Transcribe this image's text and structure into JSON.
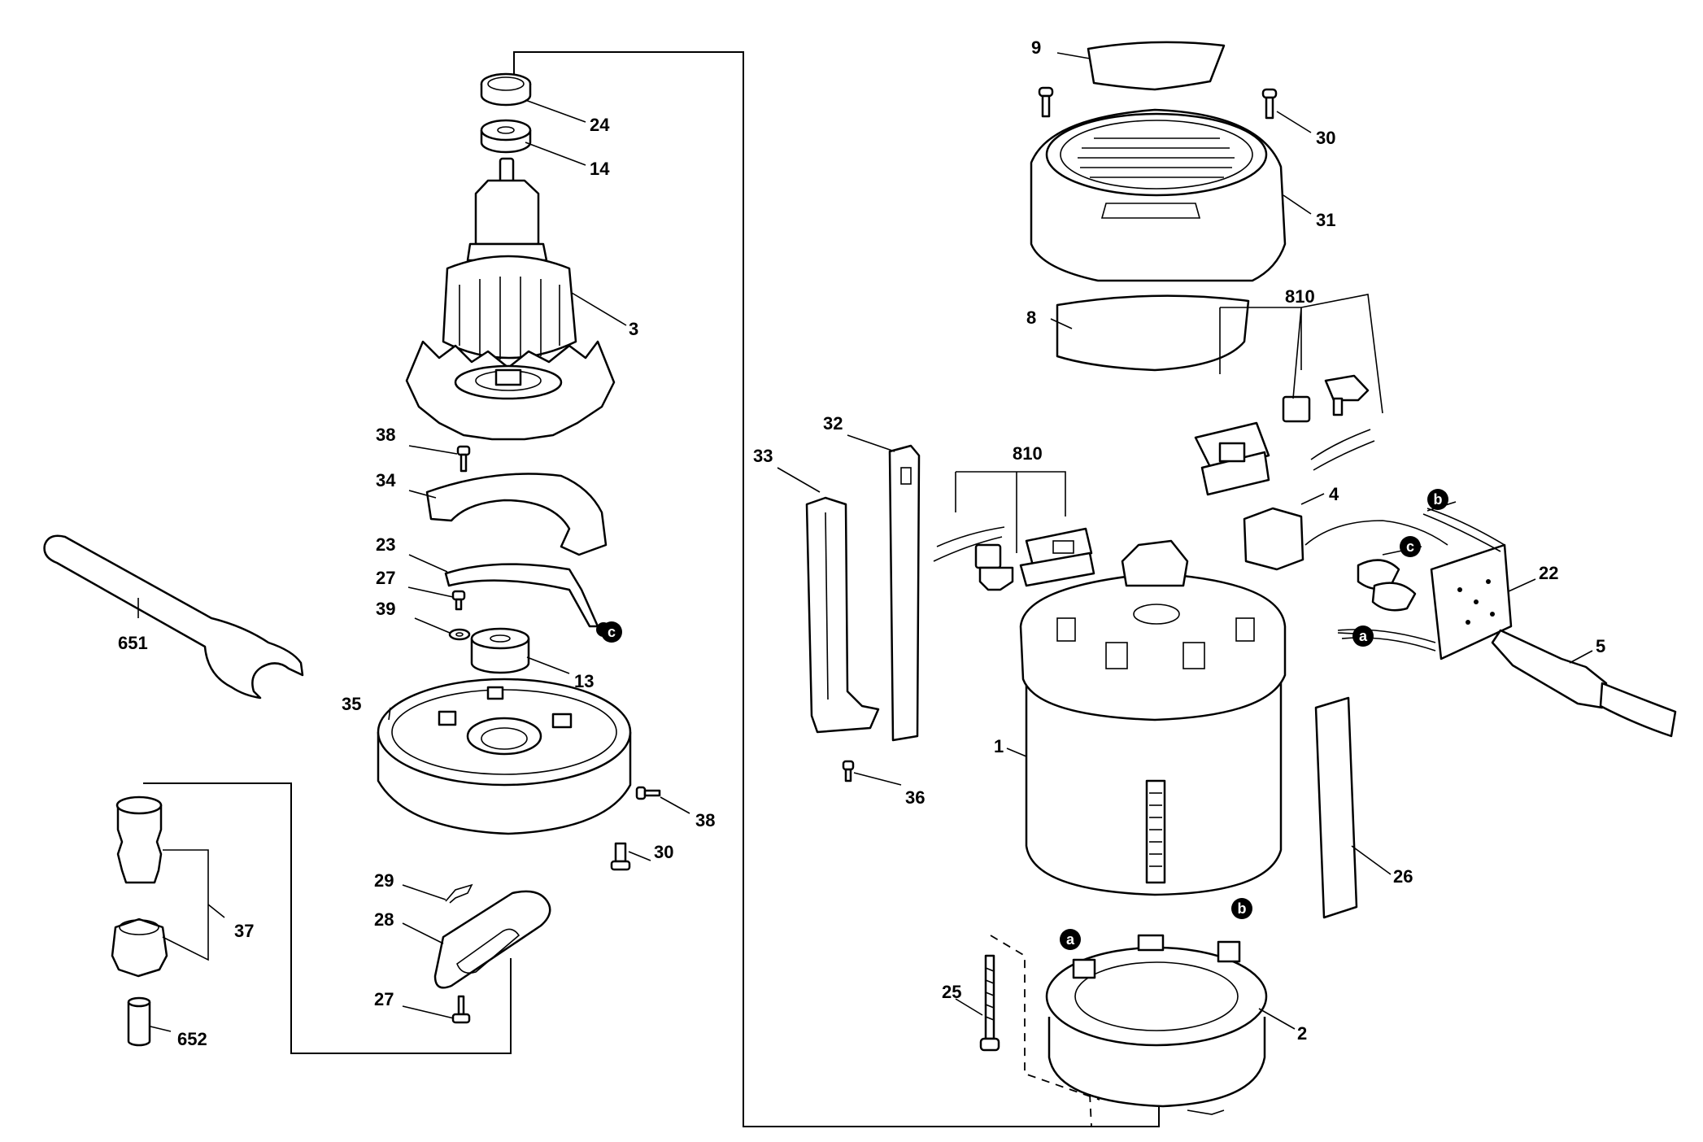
{
  "callouts": {
    "p9": "9",
    "p30a": "30",
    "p31": "31",
    "p8": "8",
    "p810a": "810",
    "p24": "24",
    "p14": "14",
    "p3": "3",
    "p38a": "38",
    "p34": "34",
    "p23": "23",
    "p27a": "27",
    "p39": "39",
    "p13": "13",
    "p651": "651",
    "p35": "35",
    "p38b": "38",
    "p30b": "30",
    "p37": "37",
    "p29": "29",
    "p28": "28",
    "p27b": "27",
    "p652": "652",
    "p33": "33",
    "p32": "32",
    "p36": "36",
    "p810b": "810",
    "p4": "4",
    "p22": "22",
    "p5": "5",
    "p1": "1",
    "p26": "26",
    "p25": "25",
    "p2": "2"
  },
  "refs": {
    "a": "a",
    "b": "b",
    "c": "c"
  }
}
